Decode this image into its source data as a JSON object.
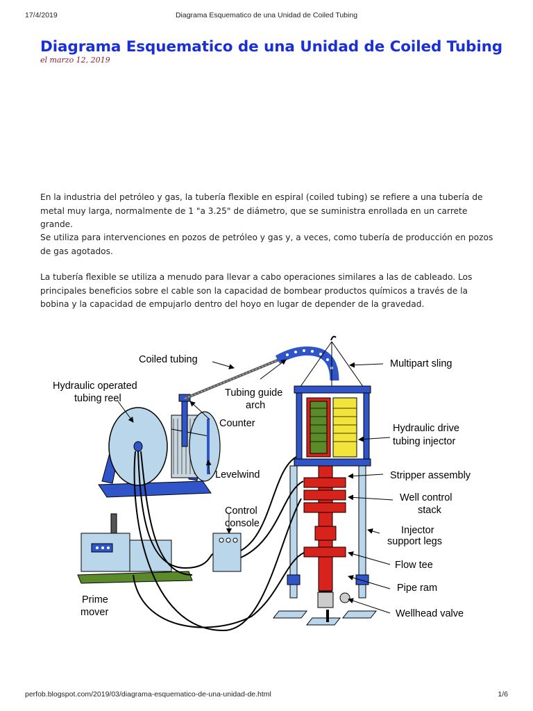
{
  "header": {
    "date": "17/4/2019",
    "print_title": "Diagrama Esquematico de una Unidad de Coiled Tubing"
  },
  "post": {
    "title": "Diagrama Esquematico de una Unidad de Coiled Tubing",
    "date": "el marzo 12, 2019",
    "paragraphs": [
      "En la industria del petróleo y gas, la tubería flexible en espiral (coiled tubing) se refiere a una tubería de metal muy larga, normalmente de 1 \"a 3.25\" de diámetro, que se suministra enrollada en un carrete grande.",
      "Se utiliza para intervenciones en pozos de petróleo y gas y, a veces, como tubería de producción en pozos de gas agotados.",
      "La tubería flexible se utiliza a menudo para llevar a cabo operaciones similares a las de cableado. Los principales beneficios sobre el cable son la capacidad de bombear productos químicos a través de la bobina y la capacidad de empujarlo dentro del hoyo en lugar de depender de la gravedad."
    ]
  },
  "diagram": {
    "labels": {
      "coiled_tubing": "Coiled tubing",
      "reel_1": "Hydraulic operated",
      "reel_2": "tubing reel",
      "guide_1": "Tubing guide",
      "guide_2": "arch",
      "counter": "Counter",
      "levelwind": "Levelwind",
      "console_1": "Control",
      "console_2": "console",
      "prime_1": "Prime",
      "prime_2": "mover",
      "sling": "Multipart sling",
      "injector_1": "Hydraulic drive",
      "injector_2": "tubing injector",
      "stripper": "Stripper assembly",
      "wellcontrol_1": "Well control",
      "wellcontrol_2": "stack",
      "legs_1": "Injector",
      "legs_2": "support legs",
      "flowtee": "Flow tee",
      "piperam": "Pipe ram",
      "wellhead": "Wellhead valve"
    },
    "colors": {
      "blue": "#2f55c8",
      "light_blue": "#b9d6ea",
      "red": "#d8231c",
      "yellow": "#f2e43a",
      "green": "#5b8a2b"
    }
  },
  "footer": {
    "url": "perfob.blogspot.com/2019/03/diagrama-esquematico-de-una-unidad-de.html",
    "page": "1/6"
  }
}
